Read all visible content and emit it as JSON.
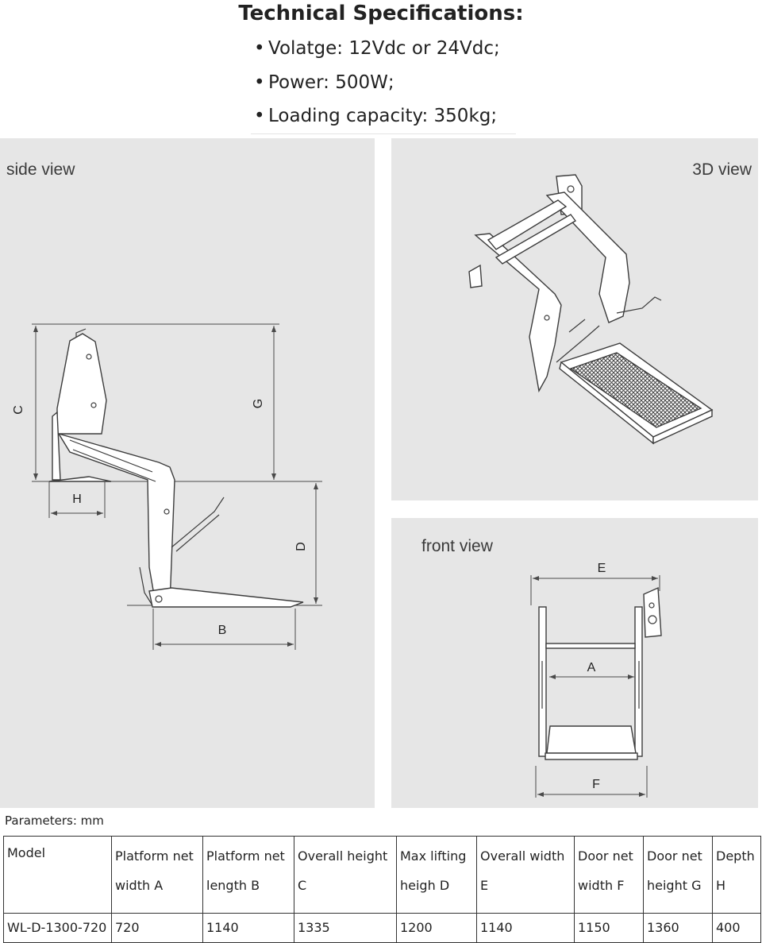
{
  "heading": "Technical Specifications:",
  "specs": [
    "Volatge: 12Vdc or 24Vdc;",
    "Power: 500W;",
    "Loading capacity: 350kg;"
  ],
  "views": {
    "side": {
      "label": "side view",
      "dims": [
        "C",
        "G",
        "H",
        "D",
        "B"
      ]
    },
    "three_d": {
      "label": "3D view"
    },
    "front": {
      "label": "front view",
      "dims": [
        "E",
        "A",
        "F"
      ]
    }
  },
  "params_title": "Parameters: mm",
  "table": {
    "headers": [
      [
        "Model"
      ],
      [
        "Platform net",
        "width A"
      ],
      [
        "Platform net",
        "length B"
      ],
      [
        "Overall height",
        "C"
      ],
      [
        "Max lifting",
        "heigh D"
      ],
      [
        "Overall width",
        "E"
      ],
      [
        "Door net",
        "width F"
      ],
      [
        "Door net",
        "height G"
      ],
      [
        "Depth",
        "H"
      ]
    ],
    "rows": [
      [
        "WL-D-1300-720",
        "720",
        "1140",
        "1335",
        "1200",
        "1140",
        "1150",
        "1360",
        "400"
      ]
    ]
  }
}
